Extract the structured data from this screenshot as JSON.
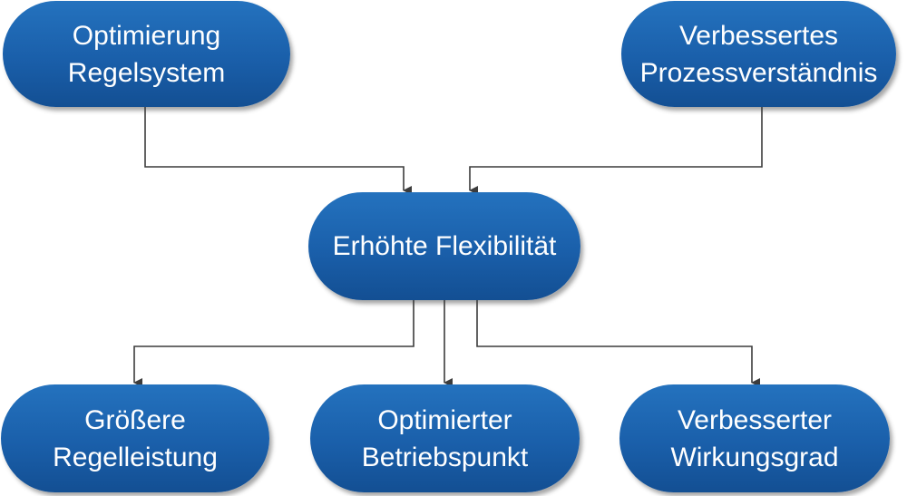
{
  "nodes": {
    "top_left": "Optimierung\nRegelsystem",
    "top_right": "Verbessertes\nProzessverständnis",
    "center": "Erhöhte Flexibilität",
    "bottom_left": "Größere\nRegelleistung",
    "bottom_mid": "Optimierter\nBetriebspunkt",
    "bottom_right": "Verbesserter\nWirkungsgrad"
  },
  "colors": {
    "node_fill": "#1a5faa",
    "node_text": "#ffffff",
    "connector": "#3c3c3c"
  }
}
